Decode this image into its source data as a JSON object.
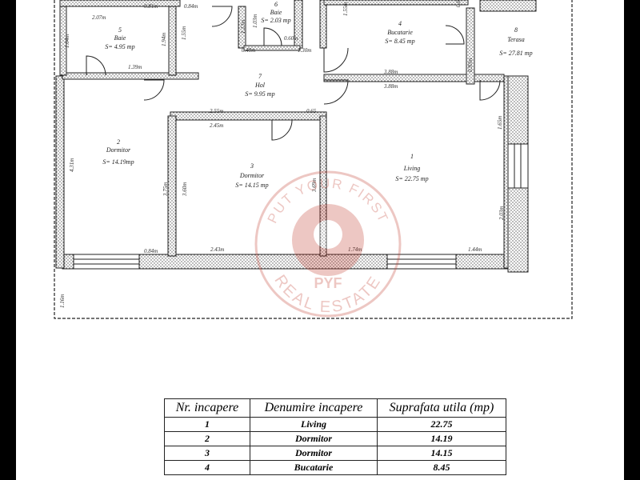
{
  "rooms": [
    {
      "num": "1",
      "name": "Living",
      "area": "S= 22.75 mp"
    },
    {
      "num": "2",
      "name": "Dormitor",
      "area": "S= 14.19mp"
    },
    {
      "num": "3",
      "name": "Dormitor",
      "area": "S= 14.15 mp"
    },
    {
      "num": "4",
      "name": "Bucatarie",
      "area": "S= 8.45 mp"
    },
    {
      "num": "5",
      "name": "Baie",
      "area": "S= 4.95 mp"
    },
    {
      "num": "6",
      "name": "Baie",
      "area": "S= 2.03 mp"
    },
    {
      "num": "7",
      "name": "Hol",
      "area": "S= 9.95 mp"
    },
    {
      "num": "8",
      "name": "Terasa",
      "area": "S= 27.81 mp"
    }
  ],
  "dimensions": [
    "2.07m",
    "0.81m",
    "0.84m",
    "1.64m",
    "1.94m",
    "1.55m",
    "1.39m",
    "1.13m",
    "1.03m",
    "0.49m",
    "0.60m",
    "1.30m",
    "1.55m",
    "0.6",
    "0.93m",
    "3.88m",
    "3.88m",
    "2.55m",
    "0.65",
    "2.45m",
    "1.65m",
    "4.31m",
    "3.75m",
    "3.69m",
    "3.60m",
    "2.03m",
    "0.84m",
    "2.43m",
    "1.74m",
    "1.44m",
    "1.16m"
  ],
  "watermark": {
    "top": "PUT YOUR FIRST",
    "mono": "PYF",
    "bottom": "REAL ESTATE"
  },
  "table": {
    "headers": [
      "Nr. incapere",
      "Denumire incapere",
      "Suprafata utila (mp)"
    ],
    "rows": [
      [
        "1",
        "Living",
        "22.75"
      ],
      [
        "2",
        "Dormitor",
        "14.19"
      ],
      [
        "3",
        "Dormitor",
        "14.15"
      ],
      [
        "4",
        "Bucatarie",
        "8.45"
      ]
    ]
  },
  "colors": {
    "line": "#222222",
    "hatch": "#555555",
    "watermark": "#c0392b"
  }
}
